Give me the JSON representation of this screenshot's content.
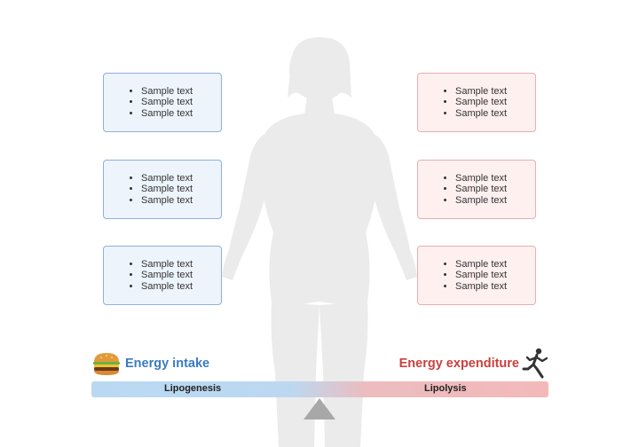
{
  "left_boxes": [
    {
      "items": [
        "Sample text",
        "Sample text",
        "Sample text"
      ]
    },
    {
      "items": [
        "Sample text",
        "Sample text",
        "Sample text"
      ]
    },
    {
      "items": [
        "Sample text",
        "Sample text",
        "Sample text"
      ]
    }
  ],
  "right_boxes": [
    {
      "items": [
        "Sample text",
        "Sample text",
        "Sample text"
      ]
    },
    {
      "items": [
        "Sample text",
        "Sample text",
        "Sample text"
      ]
    },
    {
      "items": [
        "Sample text",
        "Sample text",
        "Sample text"
      ]
    }
  ],
  "energy_intake": {
    "label": "Energy intake",
    "icon": "burger-icon",
    "color": "#3a7bbf"
  },
  "energy_expenditure": {
    "label": "Energy expenditure",
    "icon": "runner-icon",
    "color": "#c9403f"
  },
  "balance_bar": {
    "left_label": "Lipogenesis",
    "right_label": "Lipolysis"
  },
  "colors": {
    "left_box_bg": "#eef4fc",
    "left_box_border": "#8fb0dc",
    "right_box_bg": "#fff0f0",
    "right_box_border": "#e8aeb0",
    "silhouette": "#ebebeb"
  }
}
